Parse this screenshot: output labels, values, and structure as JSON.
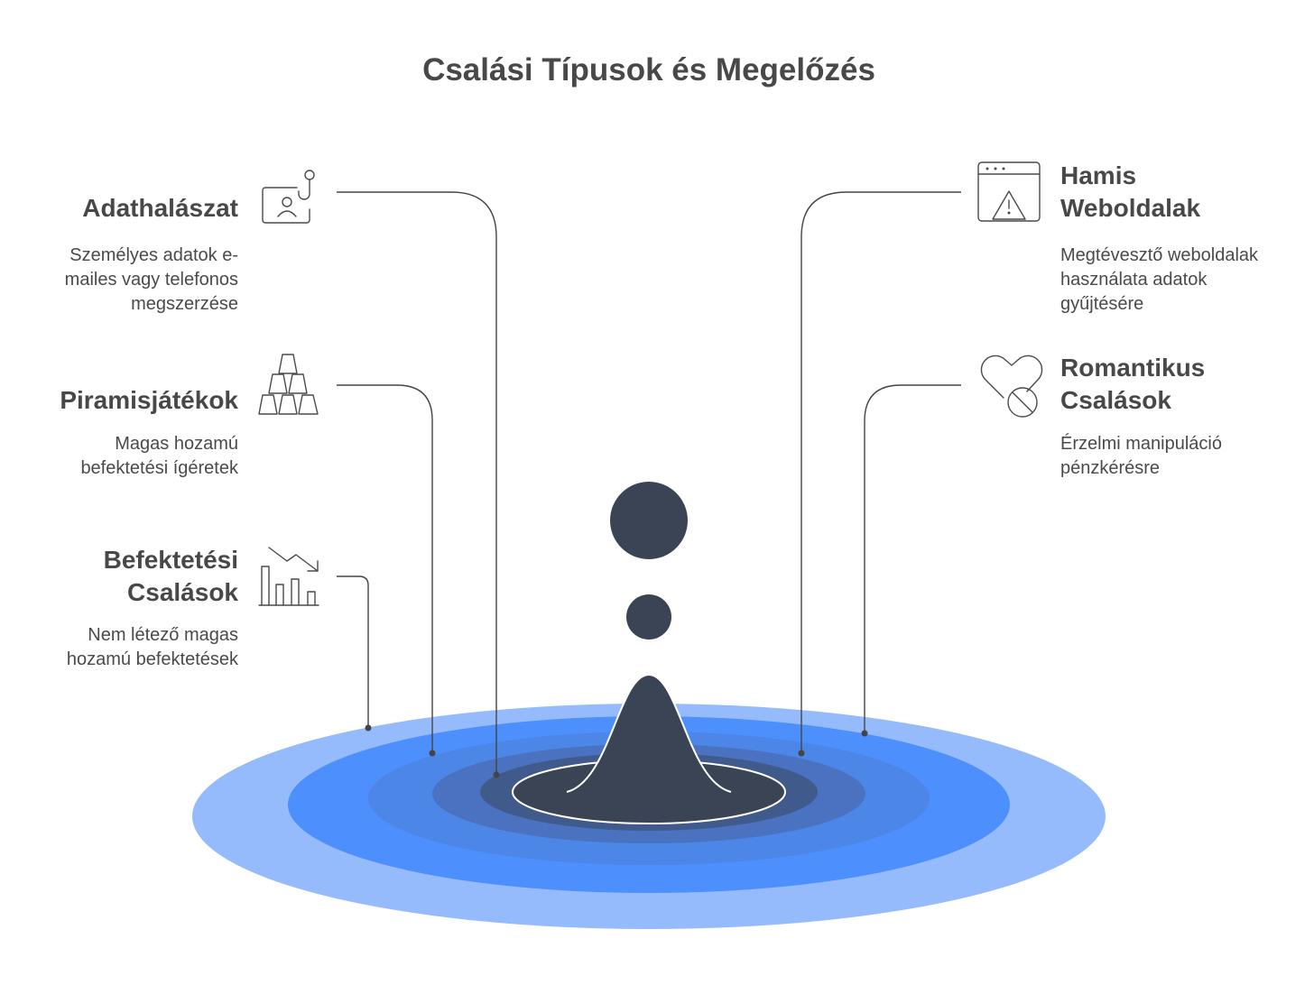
{
  "title": "Csalási Típusok és Megelőzés",
  "colors": {
    "ripple_outer": "#96bbfd",
    "ripple_mid": "#4d8ffd",
    "ripple_inner": "#4c86e6",
    "ripple_inner2": "#4a72c0",
    "ripple_inner3": "#405a8c",
    "drop": "#3a4454",
    "line": "#444444"
  },
  "items": [
    {
      "id": "adathalaszat",
      "side": "left",
      "title": "Adathalászat",
      "description": "Személyes adatok e-mailes vagy telefonos megszerzése",
      "icon": "phishing-hook-icon"
    },
    {
      "id": "piramisjatekok",
      "side": "left",
      "title": "Piramisjátékok",
      "description": "Magas hozamú befektetési ígéretek",
      "icon": "pyramid-cups-icon"
    },
    {
      "id": "befektetesi",
      "side": "left",
      "title": "Befektetési Csalások",
      "description": "Nem létező magas hozamú befektetések",
      "icon": "declining-chart-icon"
    },
    {
      "id": "hamis-weboldalak",
      "side": "right",
      "title": "Hamis Weboldalak",
      "description": "Megtévesztő weboldalak használata adatok gyűjtésére",
      "icon": "browser-warning-icon"
    },
    {
      "id": "romantikus",
      "side": "right",
      "title": "Romantikus Csalások",
      "description": "Érzelmi manipuláció pénzkérésre",
      "icon": "broken-heart-icon"
    }
  ]
}
